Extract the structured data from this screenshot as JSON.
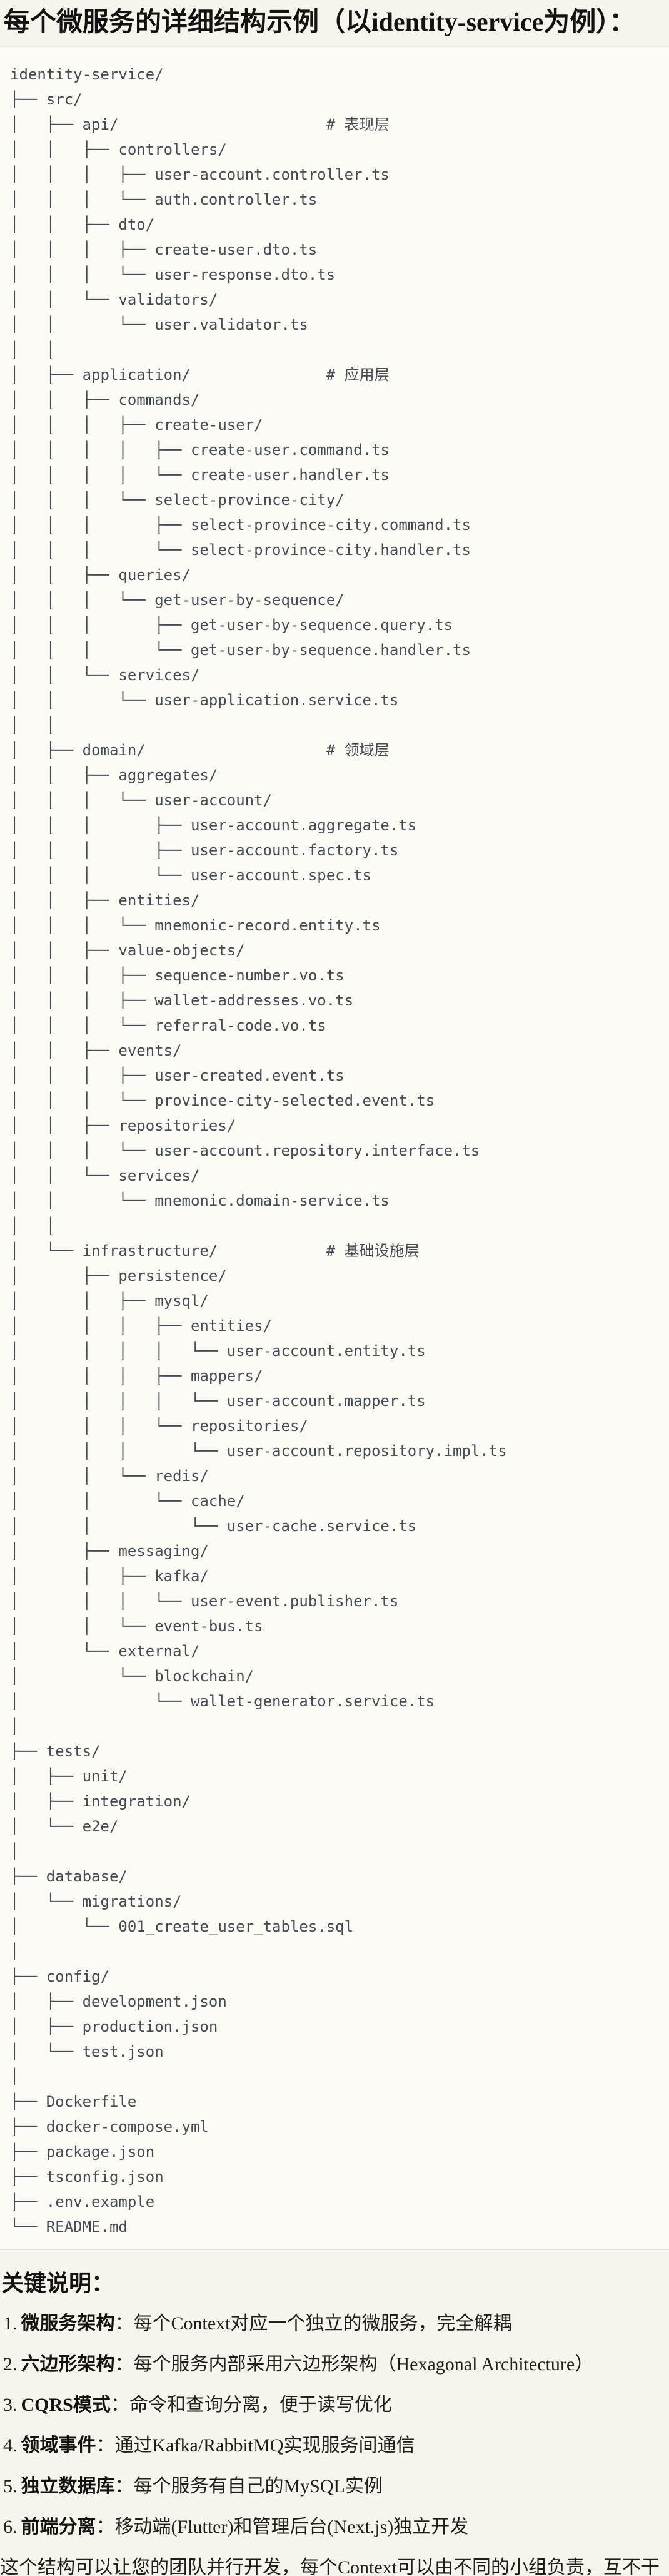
{
  "page": {
    "title": "每个微服务的详细结构示例（以identity-service为例）："
  },
  "tree": {
    "lines": [
      "identity-service/",
      "├── src/",
      "│   ├── api/                       # 表现层",
      "│   │   ├── controllers/",
      "│   │   │   ├── user-account.controller.ts",
      "│   │   │   └── auth.controller.ts",
      "│   │   ├── dto/",
      "│   │   │   ├── create-user.dto.ts",
      "│   │   │   └── user-response.dto.ts",
      "│   │   └── validators/",
      "│   │       └── user.validator.ts",
      "│   │",
      "│   ├── application/               # 应用层",
      "│   │   ├── commands/",
      "│   │   │   ├── create-user/",
      "│   │   │   │   ├── create-user.command.ts",
      "│   │   │   │   └── create-user.handler.ts",
      "│   │   │   └── select-province-city/",
      "│   │   │       ├── select-province-city.command.ts",
      "│   │   │       └── select-province-city.handler.ts",
      "│   │   ├── queries/",
      "│   │   │   └── get-user-by-sequence/",
      "│   │   │       ├── get-user-by-sequence.query.ts",
      "│   │   │       └── get-user-by-sequence.handler.ts",
      "│   │   └── services/",
      "│   │       └── user-application.service.ts",
      "│   │",
      "│   ├── domain/                    # 领域层",
      "│   │   ├── aggregates/",
      "│   │   │   └── user-account/",
      "│   │   │       ├── user-account.aggregate.ts",
      "│   │   │       ├── user-account.factory.ts",
      "│   │   │       └── user-account.spec.ts",
      "│   │   ├── entities/",
      "│   │   │   └── mnemonic-record.entity.ts",
      "│   │   ├── value-objects/",
      "│   │   │   ├── sequence-number.vo.ts",
      "│   │   │   ├── wallet-addresses.vo.ts",
      "│   │   │   └── referral-code.vo.ts",
      "│   │   ├── events/",
      "│   │   │   ├── user-created.event.ts",
      "│   │   │   └── province-city-selected.event.ts",
      "│   │   ├── repositories/",
      "│   │   │   └── user-account.repository.interface.ts",
      "│   │   └── services/",
      "│   │       └── mnemonic.domain-service.ts",
      "│   │",
      "│   └── infrastructure/            # 基础设施层",
      "│       ├── persistence/",
      "│       │   ├── mysql/",
      "│       │   │   ├── entities/",
      "│       │   │   │   └── user-account.entity.ts",
      "│       │   │   ├── mappers/",
      "│       │   │   │   └── user-account.mapper.ts",
      "│       │   │   └── repositories/",
      "│       │   │       └── user-account.repository.impl.ts",
      "│       │   └── redis/",
      "│       │       └── cache/",
      "│       │           └── user-cache.service.ts",
      "│       ├── messaging/",
      "│       │   ├── kafka/",
      "│       │   │   └── user-event.publisher.ts",
      "│       │   └── event-bus.ts",
      "│       └── external/",
      "│           └── blockchain/",
      "│               └── wallet-generator.service.ts",
      "│",
      "├── tests/",
      "│   ├── unit/",
      "│   ├── integration/",
      "│   └── e2e/",
      "│",
      "├── database/",
      "│   └── migrations/",
      "│       └── 001_create_user_tables.sql",
      "│",
      "├── config/",
      "│   ├── development.json",
      "│   ├── production.json",
      "│   └── test.json",
      "│",
      "├── Dockerfile",
      "├── docker-compose.yml",
      "├── package.json",
      "├── tsconfig.json",
      "├── .env.example",
      "└── README.md"
    ]
  },
  "notes": {
    "heading": "关键说明：",
    "items": [
      {
        "num": "1.",
        "term": "微服务架构",
        "colon": "：",
        "desc": "每个Context对应一个独立的微服务，完全解耦"
      },
      {
        "num": "2.",
        "term": "六边形架构",
        "colon": "：",
        "desc": "每个服务内部采用六边形架构（Hexagonal Architecture）"
      },
      {
        "num": "3.",
        "term": "CQRS模式",
        "colon": "：",
        "desc": "命令和查询分离，便于读写优化"
      },
      {
        "num": "4.",
        "term": "领域事件",
        "colon": "：",
        "desc": "通过Kafka/RabbitMQ实现服务间通信"
      },
      {
        "num": "5.",
        "term": "独立数据库",
        "colon": "：",
        "desc": "每个服务有自己的MySQL实例"
      },
      {
        "num": "6.",
        "term": "前端分离",
        "colon": "：",
        "desc": "移动端(Flutter)和管理后台(Next.js)独立开发"
      }
    ],
    "closing": "这个结构可以让您的团队并行开发，每个Context可以由不同的小组负责，互不干扰。"
  }
}
